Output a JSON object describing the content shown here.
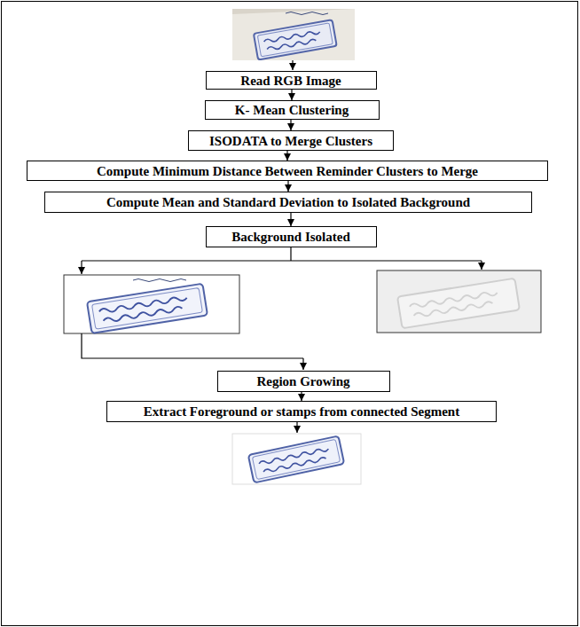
{
  "diagram": {
    "nodes": [
      {
        "text": [
          "Read RGB Image"
        ]
      },
      {
        "text": [
          "K- Mean Clustering"
        ]
      },
      {
        "text": [
          "ISODATA to Merge Clusters"
        ]
      },
      {
        "text": [
          "Compute Minimum Distance Between Reminder Clusters to Merge"
        ]
      },
      {
        "text": [
          "Compute Mean and Standard Deviation to Isolated Background"
        ]
      },
      {
        "text": [
          "Background Isolated"
        ]
      },
      {
        "text": [
          "Region Growing"
        ]
      },
      {
        "text": [
          "Extract Foreground or stamps from connected Segment"
        ]
      }
    ],
    "edges": [
      {
        "from": 0,
        "to": 1,
        "arrow": "to"
      },
      {
        "from": 1,
        "to": 2,
        "arrow": "to"
      },
      {
        "from": 2,
        "to": 3,
        "arrow": "to"
      },
      {
        "from": 3,
        "to": 4,
        "arrow": "to"
      },
      {
        "from": 4,
        "to": 5,
        "arrow": "to"
      },
      {
        "from": 6,
        "to": 7,
        "arrow": "to"
      }
    ]
  }
}
